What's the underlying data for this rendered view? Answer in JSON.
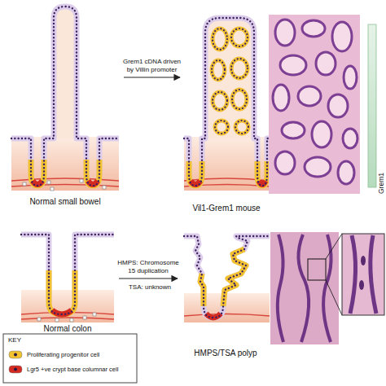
{
  "diagram": {
    "nodes": [
      {
        "text": [
          "Normal small bowel"
        ]
      },
      {
        "text": [
          "Vil1-Grem1 mouse"
        ]
      },
      {
        "text": [
          "Normal colon"
        ]
      },
      {
        "text": [
          "HMPS/TSA polyp"
        ]
      }
    ],
    "edges": [
      {
        "from": 0,
        "to": 1,
        "arrow": "to",
        "label": "Grem1 cDNA driven by Villin promoter"
      },
      {
        "from": 2,
        "to": 3,
        "arrow": "to",
        "label": "HMPS: Chromosome 15 duplication"
      }
    ],
    "labels": [
      "Grem1",
      "TSA: unknown",
      "KEY"
    ],
    "legend": [
      {
        "text": "Proliferating progenitor cell",
        "color": "#f2c230"
      },
      {
        "text": "Lgr5 +ve crypt base columnar cell",
        "color": "#d42a1f"
      }
    ]
  }
}
